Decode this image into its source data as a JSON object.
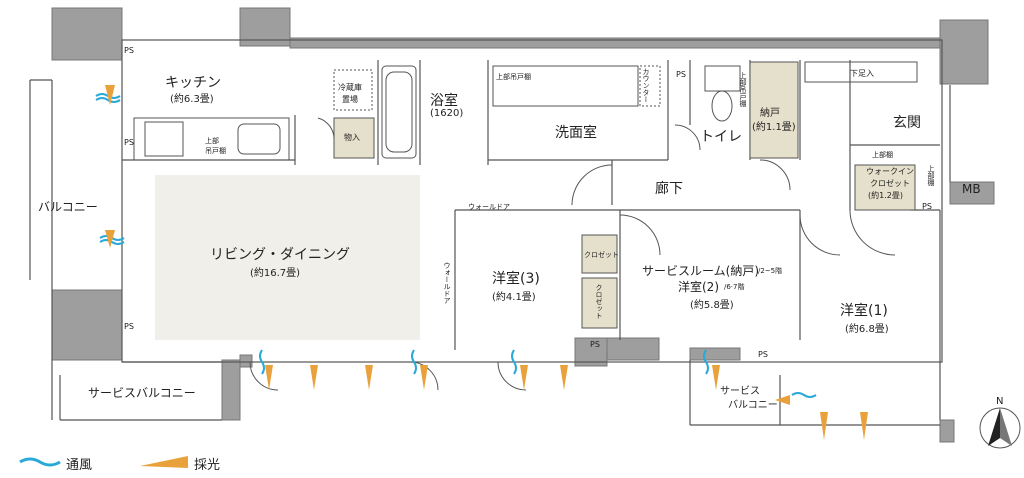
{
  "rooms": {
    "kitchen": {
      "name": "キッチン",
      "area": "(約6.3畳)"
    },
    "living": {
      "name": "リビング・ダイニング",
      "area": "(約16.7畳)"
    },
    "bath": {
      "name": "浴室",
      "size": "(1620)"
    },
    "washroom": {
      "name": "洗面室"
    },
    "toilet": {
      "name": "トイレ"
    },
    "storage": {
      "name": "納戸",
      "area": "(約1.1畳)"
    },
    "entrance": {
      "name": "玄関"
    },
    "hallway": {
      "name": "廊下"
    },
    "walkin": {
      "name1": "ウォークイン",
      "name2": "クロゼット",
      "area": "(約1.2畳)"
    },
    "western3": {
      "name": "洋室(3)",
      "area": "(約4.1畳)"
    },
    "service_room": {
      "name": "サービスルーム(納戸)",
      "floors": "/2~5階",
      "alt": "洋室(2)",
      "alt_floors": "/6·7階",
      "area": "(約5.8畳)"
    },
    "western1": {
      "name": "洋室(1)",
      "area": "(約6.8畳)"
    }
  },
  "outdoor": {
    "balcony": "バルコニー",
    "service_balcony": "サービスバルコニー",
    "service_balcony_small_1": "サービス",
    "service_balcony_small_2": "バルコニー",
    "mb": "MB"
  },
  "labels": {
    "ps": "PS",
    "fridge_1": "冷蔵庫",
    "fridge_2": "置場",
    "storage_box": "物入",
    "upper_cabinet_1": "上部",
    "upper_cabinet_2": "吊戸棚",
    "upper_cabinet_top": "上部吊戸棚",
    "upper_cabinet_v": "上部吊戸棚",
    "upper_shelf": "上部棚",
    "upper_shelf_v": "上部棚",
    "shoe_box": "下足入",
    "closet": "クロゼット",
    "walk_door_h": "ウォールドア",
    "walk_door_v": "ウォールドア",
    "washer": "カウンター"
  },
  "legend": {
    "ventilation": "通風",
    "daylight": "採光"
  },
  "compass": {
    "north": "N"
  },
  "colors": {
    "wall": "#9e9e9e",
    "living_floor": "#f1efea",
    "storage_fill": "#e5e0cc",
    "ventilation": "#2aa9d8",
    "daylight": "#e9a23b"
  }
}
